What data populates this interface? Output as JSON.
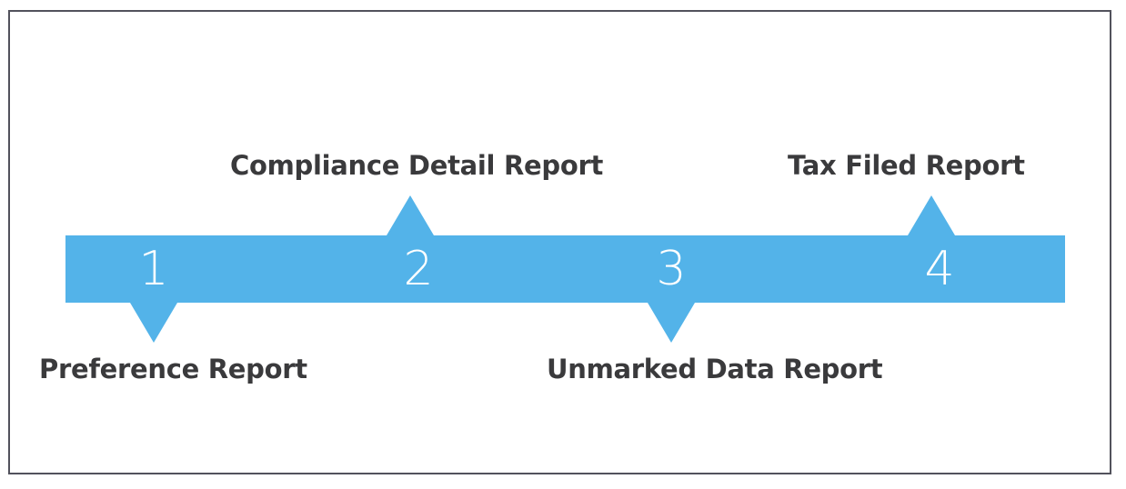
{
  "diagram": {
    "type": "process-timeline",
    "orientation": "horizontal",
    "colors": {
      "bar": "#53b3e9",
      "pointer": "#53b3e9",
      "number_text": "#ffffff",
      "label_text": "#3a3a3c",
      "frame_border": "#52525c",
      "background": "#ffffff"
    },
    "steps": [
      {
        "number": "1",
        "label": "Preference Report",
        "pointer_direction": "down",
        "label_position": "below"
      },
      {
        "number": "2",
        "label": "Compliance Detail Report",
        "pointer_direction": "up",
        "label_position": "above"
      },
      {
        "number": "3",
        "label": "Unmarked Data Report",
        "pointer_direction": "down",
        "label_position": "below"
      },
      {
        "number": "4",
        "label": "Tax Filed Report",
        "pointer_direction": "up",
        "label_position": "above"
      }
    ]
  }
}
